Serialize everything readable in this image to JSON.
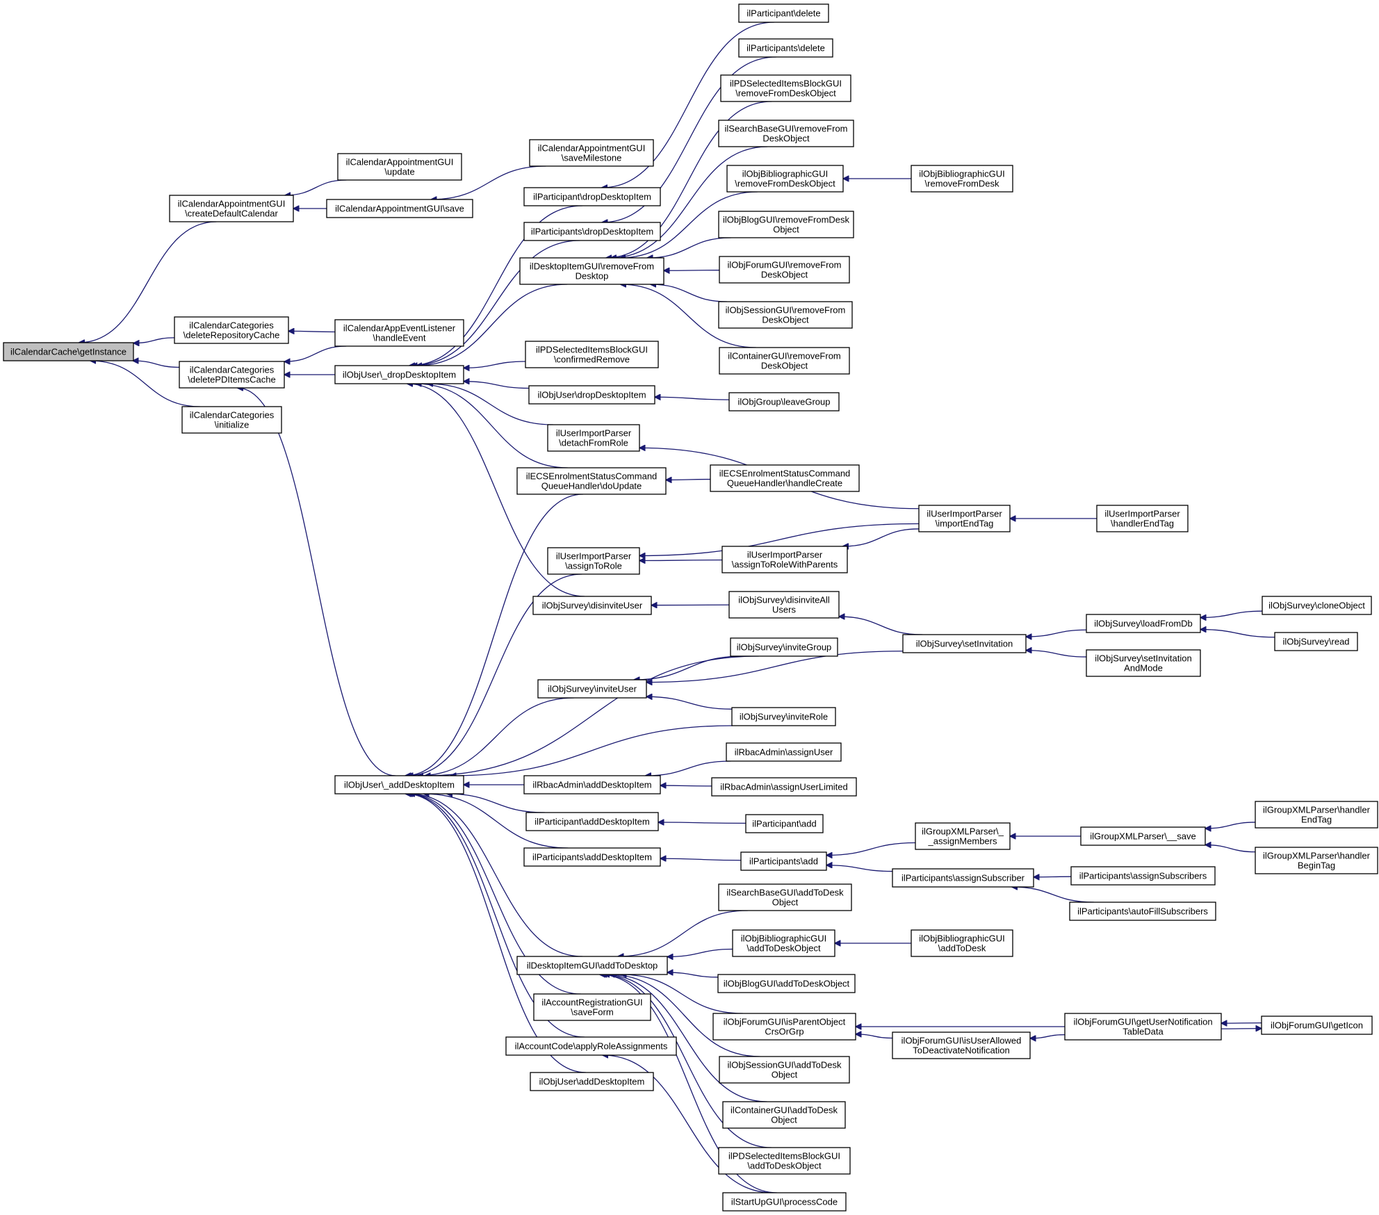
{
  "graph": {
    "nodes": [
      {
        "id": "n_getInstance",
        "lines": [
          "ilCalendarCache\\getInstance"
        ],
        "focus": true
      },
      {
        "id": "n_createDefault",
        "lines": [
          "ilCalendarAppointmentGUI",
          "\\createDefaultCalendar"
        ]
      },
      {
        "id": "n_deleteRepo",
        "lines": [
          "ilCalendarCategories",
          "\\deleteRepositoryCache"
        ]
      },
      {
        "id": "n_deletePD",
        "lines": [
          "ilCalendarCategories",
          "\\deletePDItemsCache"
        ]
      },
      {
        "id": "n_initialize",
        "lines": [
          "ilCalendarCategories",
          "\\initialize"
        ]
      },
      {
        "id": "n_update",
        "lines": [
          "ilCalendarAppointmentGUI",
          "\\update"
        ]
      },
      {
        "id": "n_save",
        "lines": [
          "ilCalendarAppointmentGUI\\save"
        ]
      },
      {
        "id": "n_saveMilestone",
        "lines": [
          "ilCalendarAppointmentGUI",
          "\\saveMilestone"
        ]
      },
      {
        "id": "n_handleEvent",
        "lines": [
          "ilCalendarAppEventListener",
          "\\handleEvent"
        ]
      },
      {
        "id": "n_udrop",
        "lines": [
          "ilObjUser\\_dropDesktopItem"
        ]
      },
      {
        "id": "n_uadd",
        "lines": [
          "ilObjUser\\_addDesktopItem"
        ]
      },
      {
        "id": "n_partDrop",
        "lines": [
          "ilParticipant\\dropDesktopItem"
        ]
      },
      {
        "id": "n_partsDrop",
        "lines": [
          "ilParticipants\\dropDesktopItem"
        ]
      },
      {
        "id": "n_removeFromDesktop",
        "lines": [
          "ilDesktopItemGUI\\removeFrom",
          "Desktop"
        ]
      },
      {
        "id": "n_confirmedRemove",
        "lines": [
          "ilPDSelectedItemsBlockGUI",
          "\\confirmedRemove"
        ]
      },
      {
        "id": "n_userDrop",
        "lines": [
          "ilObjUser\\dropDesktopItem"
        ]
      },
      {
        "id": "n_detachFromRole",
        "lines": [
          "ilUserImportParser",
          "\\detachFromRole"
        ]
      },
      {
        "id": "n_ecsDoUpdate",
        "lines": [
          "ilECSEnrolmentStatusCommand",
          "QueueHandler\\doUpdate"
        ]
      },
      {
        "id": "n_assignToRole",
        "lines": [
          "ilUserImportParser",
          "\\assignToRole"
        ]
      },
      {
        "id": "n_disinviteUser",
        "lines": [
          "ilObjSurvey\\disinviteUser"
        ]
      },
      {
        "id": "n_inviteUser",
        "lines": [
          "ilObjSurvey\\inviteUser"
        ]
      },
      {
        "id": "n_rbacAddDesk",
        "lines": [
          "ilRbacAdmin\\addDesktopItem"
        ]
      },
      {
        "id": "n_partAddDesk",
        "lines": [
          "ilParticipant\\addDesktopItem"
        ]
      },
      {
        "id": "n_partsAddDesk",
        "lines": [
          "ilParticipants\\addDesktopItem"
        ]
      },
      {
        "id": "n_addToDesktop",
        "lines": [
          "ilDesktopItemGUI\\addToDesktop"
        ]
      },
      {
        "id": "n_accSaveForm",
        "lines": [
          "ilAccountRegistrationGUI",
          "\\saveForm"
        ]
      },
      {
        "id": "n_applyRole",
        "lines": [
          "ilAccountCode\\applyRoleAssignments"
        ]
      },
      {
        "id": "n_userAddDesk",
        "lines": [
          "ilObjUser\\addDesktopItem"
        ]
      },
      {
        "id": "n_partDelete",
        "lines": [
          "ilParticipant\\delete"
        ]
      },
      {
        "id": "n_partsDelete",
        "lines": [
          "ilParticipants\\delete"
        ]
      },
      {
        "id": "n_pdRemoveFromDesk",
        "lines": [
          "ilPDSelectedItemsBlockGUI",
          "\\removeFromDeskObject"
        ]
      },
      {
        "id": "n_searchRemove",
        "lines": [
          "ilSearchBaseGUI\\removeFrom",
          "DeskObject"
        ]
      },
      {
        "id": "n_biblioRemove",
        "lines": [
          "ilObjBibliographicGUI",
          "\\removeFromDeskObject"
        ]
      },
      {
        "id": "n_biblioRemoveDesk",
        "lines": [
          "ilObjBibliographicGUI",
          "\\removeFromDesk"
        ]
      },
      {
        "id": "n_blogRemove",
        "lines": [
          "ilObjBlogGUI\\removeFromDesk",
          "Object"
        ]
      },
      {
        "id": "n_forumRemove",
        "lines": [
          "ilObjForumGUI\\removeFrom",
          "DeskObject"
        ]
      },
      {
        "id": "n_sessionRemove",
        "lines": [
          "ilObjSessionGUI\\removeFrom",
          "DeskObject"
        ]
      },
      {
        "id": "n_containerRemove",
        "lines": [
          "ilContainerGUI\\removeFrom",
          "DeskObject"
        ]
      },
      {
        "id": "n_leaveGroup",
        "lines": [
          "ilObjGroup\\leaveGroup"
        ]
      },
      {
        "id": "n_ecsHandleCreate",
        "lines": [
          "ilECSEnrolmentStatusCommand",
          "QueueHandler\\handleCreate"
        ]
      },
      {
        "id": "n_importEndTag",
        "lines": [
          "ilUserImportParser",
          "\\importEndTag"
        ]
      },
      {
        "id": "n_handlerEndTag",
        "lines": [
          "ilUserImportParser",
          "\\handlerEndTag"
        ]
      },
      {
        "id": "n_assignToRoleParents",
        "lines": [
          "ilUserImportParser",
          "\\assignToRoleWithParents"
        ]
      },
      {
        "id": "n_disinviteAll",
        "lines": [
          "ilObjSurvey\\disinviteAll",
          "Users"
        ]
      },
      {
        "id": "n_setInvitation",
        "lines": [
          "ilObjSurvey\\setInvitation"
        ]
      },
      {
        "id": "n_loadFromDb",
        "lines": [
          "ilObjSurvey\\loadFromDb"
        ]
      },
      {
        "id": "n_cloneObject",
        "lines": [
          "ilObjSurvey\\cloneObject"
        ]
      },
      {
        "id": "n_read",
        "lines": [
          "ilObjSurvey\\read"
        ]
      },
      {
        "id": "n_setInvitationMode",
        "lines": [
          "ilObjSurvey\\setInvitation",
          "AndMode"
        ]
      },
      {
        "id": "n_inviteGroup",
        "lines": [
          "ilObjSurvey\\inviteGroup"
        ]
      },
      {
        "id": "n_inviteRole",
        "lines": [
          "ilObjSurvey\\inviteRole"
        ]
      },
      {
        "id": "n_rbacAssignUser",
        "lines": [
          "ilRbacAdmin\\assignUser"
        ]
      },
      {
        "id": "n_rbacAssignLimited",
        "lines": [
          "ilRbacAdmin\\assignUserLimited"
        ]
      },
      {
        "id": "n_partAdd",
        "lines": [
          "ilParticipant\\add"
        ]
      },
      {
        "id": "n_partsAdd",
        "lines": [
          "ilParticipants\\add"
        ]
      },
      {
        "id": "n_groupAssignMembers",
        "lines": [
          "ilGroupXMLParser\\_",
          "_assignMembers"
        ]
      },
      {
        "id": "n_groupSave",
        "lines": [
          "ilGroupXMLParser\\__save"
        ]
      },
      {
        "id": "n_groupEndTag",
        "lines": [
          "ilGroupXMLParser\\handler",
          "EndTag"
        ]
      },
      {
        "id": "n_groupBeginTag",
        "lines": [
          "ilGroupXMLParser\\handler",
          "BeginTag"
        ]
      },
      {
        "id": "n_assignSubscriber",
        "lines": [
          "ilParticipants\\assignSubscriber"
        ]
      },
      {
        "id": "n_assignSubscribers",
        "lines": [
          "ilParticipants\\assignSubscribers"
        ]
      },
      {
        "id": "n_autoFill",
        "lines": [
          "ilParticipants\\autoFillSubscribers"
        ]
      },
      {
        "id": "n_searchAdd",
        "lines": [
          "ilSearchBaseGUI\\addToDesk",
          "Object"
        ]
      },
      {
        "id": "n_biblioAdd",
        "lines": [
          "ilObjBibliographicGUI",
          "\\addToDeskObject"
        ]
      },
      {
        "id": "n_biblioAddDesk",
        "lines": [
          "ilObjBibliographicGUI",
          "\\addToDesk"
        ]
      },
      {
        "id": "n_blogAdd",
        "lines": [
          "ilObjBlogGUI\\addToDeskObject"
        ]
      },
      {
        "id": "n_forumIsParent",
        "lines": [
          "ilObjForumGUI\\isParentObject",
          "CrsOrGrp"
        ]
      },
      {
        "id": "n_forumIsUserAllowed",
        "lines": [
          "ilObjForumGUI\\isUserAllowed",
          "ToDeactivateNotification"
        ]
      },
      {
        "id": "n_forumGetUserNotif",
        "lines": [
          "ilObjForumGUI\\getUserNotification",
          "TableData"
        ]
      },
      {
        "id": "n_forumGetIcon",
        "lines": [
          "ilObjForumGUI\\getIcon"
        ]
      },
      {
        "id": "n_sessionAdd",
        "lines": [
          "ilObjSessionGUI\\addToDesk",
          "Object"
        ]
      },
      {
        "id": "n_containerAdd",
        "lines": [
          "ilContainerGUI\\addToDesk",
          "Object"
        ]
      },
      {
        "id": "n_pdAdd",
        "lines": [
          "ilPDSelectedItemsBlockGUI",
          "\\addToDeskObject"
        ]
      },
      {
        "id": "n_startupProcess",
        "lines": [
          "ilStartUpGUI\\processCode"
        ]
      }
    ],
    "edges": [
      [
        "n_createDefault",
        "n_getInstance"
      ],
      [
        "n_deleteRepo",
        "n_getInstance"
      ],
      [
        "n_deletePD",
        "n_getInstance"
      ],
      [
        "n_initialize",
        "n_getInstance"
      ],
      [
        "n_update",
        "n_createDefault"
      ],
      [
        "n_save",
        "n_createDefault"
      ],
      [
        "n_saveMilestone",
        "n_save"
      ],
      [
        "n_handleEvent",
        "n_deleteRepo"
      ],
      [
        "n_handleEvent",
        "n_deletePD"
      ],
      [
        "n_udrop",
        "n_deletePD"
      ],
      [
        "n_uadd",
        "n_deletePD"
      ],
      [
        "n_partDrop",
        "n_udrop"
      ],
      [
        "n_partsDrop",
        "n_udrop"
      ],
      [
        "n_removeFromDesktop",
        "n_udrop"
      ],
      [
        "n_confirmedRemove",
        "n_udrop"
      ],
      [
        "n_userDrop",
        "n_udrop"
      ],
      [
        "n_detachFromRole",
        "n_udrop"
      ],
      [
        "n_ecsDoUpdate",
        "n_udrop"
      ],
      [
        "n_disinviteUser",
        "n_udrop"
      ],
      [
        "n_partDelete",
        "n_partDrop"
      ],
      [
        "n_partsDelete",
        "n_partsDrop"
      ],
      [
        "n_pdRemoveFromDesk",
        "n_removeFromDesktop"
      ],
      [
        "n_searchRemove",
        "n_removeFromDesktop"
      ],
      [
        "n_biblioRemove",
        "n_removeFromDesktop"
      ],
      [
        "n_blogRemove",
        "n_removeFromDesktop"
      ],
      [
        "n_forumRemove",
        "n_removeFromDesktop"
      ],
      [
        "n_sessionRemove",
        "n_removeFromDesktop"
      ],
      [
        "n_containerRemove",
        "n_removeFromDesktop"
      ],
      [
        "n_biblioRemoveDesk",
        "n_biblioRemove"
      ],
      [
        "n_leaveGroup",
        "n_userDrop"
      ],
      [
        "n_importEndTag",
        "n_detachFromRole"
      ],
      [
        "n_ecsHandleCreate",
        "n_ecsDoUpdate"
      ],
      [
        "n_handlerEndTag",
        "n_importEndTag"
      ],
      [
        "n_importEndTag",
        "n_assignToRole"
      ],
      [
        "n_assignToRoleParents",
        "n_assignToRole"
      ],
      [
        "n_importEndTag",
        "n_assignToRoleParents"
      ],
      [
        "n_disinviteAll",
        "n_disinviteUser"
      ],
      [
        "n_setInvitation",
        "n_disinviteAll"
      ],
      [
        "n_loadFromDb",
        "n_setInvitation"
      ],
      [
        "n_setInvitationMode",
        "n_setInvitation"
      ],
      [
        "n_cloneObject",
        "n_loadFromDb"
      ],
      [
        "n_read",
        "n_loadFromDb"
      ],
      [
        "n_inviteGroup",
        "n_inviteUser"
      ],
      [
        "n_setInvitation",
        "n_inviteUser"
      ],
      [
        "n_inviteRole",
        "n_inviteUser"
      ],
      [
        "n_ecsDoUpdate",
        "n_uadd"
      ],
      [
        "n_assignToRole",
        "n_uadd"
      ],
      [
        "n_inviteGroup",
        "n_uadd"
      ],
      [
        "n_inviteUser",
        "n_uadd"
      ],
      [
        "n_inviteRole",
        "n_uadd"
      ],
      [
        "n_rbacAddDesk",
        "n_uadd"
      ],
      [
        "n_partAddDesk",
        "n_uadd"
      ],
      [
        "n_partsAddDesk",
        "n_uadd"
      ],
      [
        "n_addToDesktop",
        "n_uadd"
      ],
      [
        "n_accSaveForm",
        "n_uadd"
      ],
      [
        "n_applyRole",
        "n_uadd"
      ],
      [
        "n_userAddDesk",
        "n_uadd"
      ],
      [
        "n_rbacAssignUser",
        "n_rbacAddDesk"
      ],
      [
        "n_rbacAssignLimited",
        "n_rbacAddDesk"
      ],
      [
        "n_partAdd",
        "n_partAddDesk"
      ],
      [
        "n_partsAdd",
        "n_partsAddDesk"
      ],
      [
        "n_groupAssignMembers",
        "n_partsAdd"
      ],
      [
        "n_assignSubscriber",
        "n_partsAdd"
      ],
      [
        "n_groupSave",
        "n_groupAssignMembers"
      ],
      [
        "n_groupEndTag",
        "n_groupSave"
      ],
      [
        "n_groupBeginTag",
        "n_groupSave"
      ],
      [
        "n_assignSubscribers",
        "n_assignSubscriber"
      ],
      [
        "n_autoFill",
        "n_assignSubscriber"
      ],
      [
        "n_searchAdd",
        "n_addToDesktop"
      ],
      [
        "n_biblioAdd",
        "n_addToDesktop"
      ],
      [
        "n_blogAdd",
        "n_addToDesktop"
      ],
      [
        "n_forumIsParent",
        "n_addToDesktop"
      ],
      [
        "n_sessionAdd",
        "n_addToDesktop"
      ],
      [
        "n_containerAdd",
        "n_addToDesktop"
      ],
      [
        "n_pdAdd",
        "n_addToDesktop"
      ],
      [
        "n_startupProcess",
        "n_addToDesktop"
      ],
      [
        "n_startupProcess",
        "n_applyRole"
      ],
      [
        "n_biblioAddDesk",
        "n_biblioAdd"
      ],
      [
        "n_forumGetUserNotif",
        "n_forumIsParent"
      ],
      [
        "n_forumIsUserAllowed",
        "n_forumIsParent"
      ],
      [
        "n_forumGetUserNotif",
        "n_forumIsUserAllowed"
      ],
      [
        "n_forumGetIcon",
        "n_forumGetUserNotif"
      ],
      [
        "n_forumGetUserNotif",
        "n_forumGetIcon"
      ]
    ]
  }
}
